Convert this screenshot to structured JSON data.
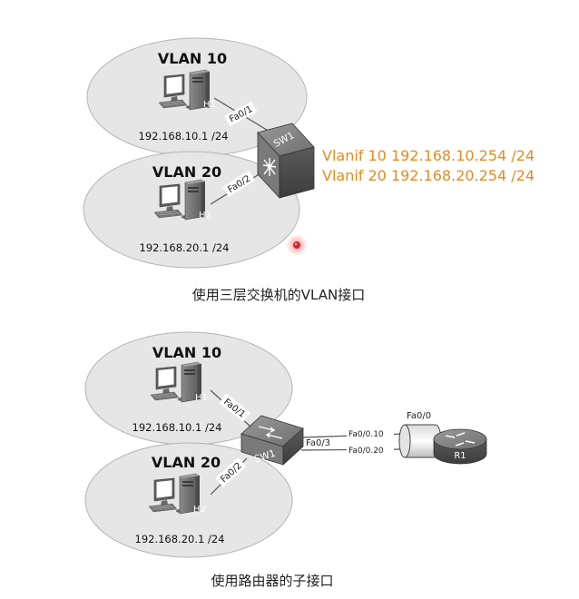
{
  "top": {
    "vlan10": {
      "title": "VLAN 10",
      "host": "H1",
      "ip": "192.168.10.1 /24",
      "port": "Fa0/1"
    },
    "vlan20": {
      "title": "VLAN 20",
      "host": "H2",
      "ip": "192.168.20.1 /24",
      "port": "Fa0/2"
    },
    "switch": "SW1",
    "vlanif": [
      "Vlanif 10 192.168.10.254 /24",
      "Vlanif 20 192.168.20.254 /24"
    ],
    "caption": "使用三层交换机的VLAN接口"
  },
  "bottom": {
    "vlan10": {
      "title": "VLAN 10",
      "host": "H1",
      "ip": "192.168.10.1 /24",
      "port": "Fa0/1"
    },
    "vlan20": {
      "title": "VLAN 20",
      "host": "H2",
      "ip": "192.168.20.1 /24",
      "port": "Fa0/2"
    },
    "switch": "SW1",
    "trunk_port": "Fa0/3",
    "router_port": "Fa0/0",
    "subif1": "Fa0/0.10",
    "subif2": "Fa0/0.20",
    "router": "R1",
    "caption": "使用路由器的子接口"
  },
  "colors": {
    "vlanif_text": "#e8891c",
    "vlan_area": "#e6e6e6",
    "device_body": "#7f7f7f",
    "cursor_dot": "#e02020"
  }
}
